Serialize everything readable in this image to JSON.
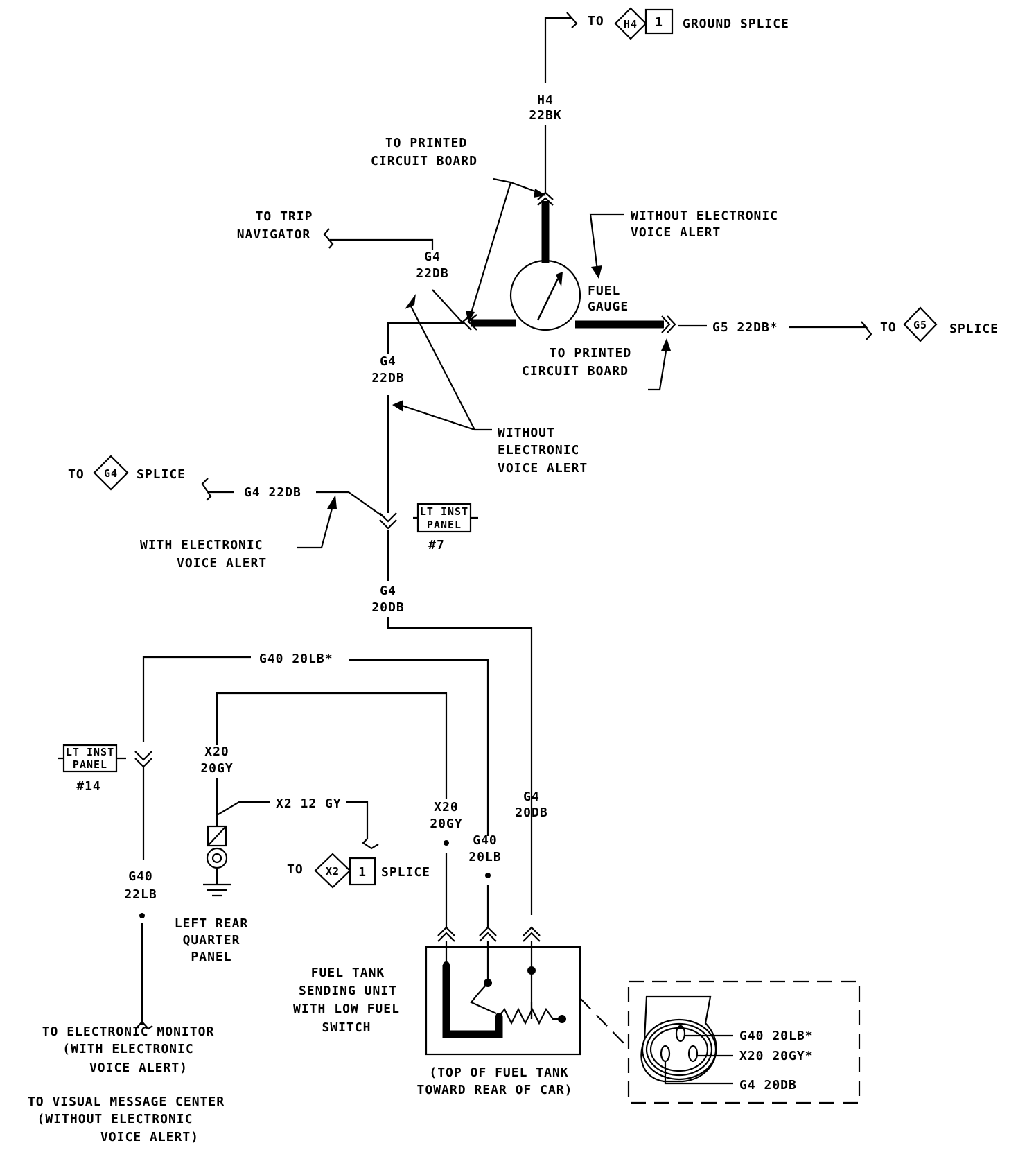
{
  "ground_splice": {
    "to": "TO",
    "id": "H4",
    "pin": "1",
    "label": "GROUND SPLICE"
  },
  "h4_wire": {
    "circuit": "H4",
    "gauge": "22BK"
  },
  "pcb_top": {
    "line1": "TO PRINTED",
    "line2": "CIRCUIT BOARD"
  },
  "pcb_bottom": {
    "line1": "TO PRINTED",
    "line2": "CIRCUIT BOARD"
  },
  "without_eva_top": {
    "line1": "WITHOUT ELECTRONIC",
    "line2": "VOICE ALERT"
  },
  "fuel_gauge": {
    "line1": "FUEL",
    "line2": "GAUGE"
  },
  "trip_nav": {
    "line1": "TO TRIP",
    "line2": "NAVIGATOR"
  },
  "g4_upper": {
    "circuit": "G4",
    "gauge": "22DB"
  },
  "g4_mid": {
    "circuit": "G4",
    "gauge": "22DB"
  },
  "g5_wire": {
    "label": "G5 22DB*"
  },
  "g5_splice": {
    "to": "TO",
    "id": "G5",
    "label": "SPLICE"
  },
  "without_eva_mid": {
    "line1": "WITHOUT",
    "line2": "ELECTRONIC",
    "line3": "VOICE ALERT"
  },
  "g4_splice": {
    "to": "TO",
    "id": "G4",
    "label": "SPLICE"
  },
  "g4_splice_wire": {
    "label": "G4 22DB"
  },
  "with_eva": {
    "line1": "WITH ELECTRONIC",
    "line2": "VOICE ALERT"
  },
  "connector7": {
    "line1": "LT INST",
    "line2": "PANEL",
    "num": "#7"
  },
  "g4_20db_a": {
    "circuit": "G4",
    "gauge": "20DB"
  },
  "g40_top": {
    "label": "G40 20LB*"
  },
  "connector14": {
    "line1": "LT INST",
    "line2": "PANEL",
    "num": "#14"
  },
  "x20_left": {
    "circuit": "X20",
    "gauge": "20GY"
  },
  "x2_wire": {
    "label": "X2 12 GY"
  },
  "x2_splice": {
    "to": "TO",
    "id": "X2",
    "pin": "1",
    "label": "SPLICE"
  },
  "x20_right": {
    "circuit": "X20",
    "gauge": "20GY"
  },
  "g40_right": {
    "circuit": "G40",
    "gauge": "20LB"
  },
  "g4_right": {
    "circuit": "G4",
    "gauge": "20DB"
  },
  "g40_left": {
    "circuit": "G40",
    "gauge": "22LB"
  },
  "ground": {
    "line1": "LEFT REAR",
    "line2": "QUARTER",
    "line3": "PANEL"
  },
  "sending_unit": {
    "line1": "FUEL TANK",
    "line2": "SENDING UNIT",
    "line3": "WITH LOW FUEL",
    "line4": "SWITCH"
  },
  "tank_note": {
    "line1": "(TOP OF FUEL TANK",
    "line2": "TOWARD REAR OF CAR)"
  },
  "monitor": {
    "line1": "TO ELECTRONIC MONITOR",
    "line2": "(WITH ELECTRONIC",
    "line3": "VOICE ALERT)"
  },
  "vmc": {
    "line1": "TO VISUAL MESSAGE CENTER",
    "line2": "(WITHOUT ELECTRONIC",
    "line3": "VOICE ALERT)"
  },
  "connector_view": {
    "pin1": "G40 20LB*",
    "pin2": "X20 20GY*",
    "pin3": "G4 20DB"
  }
}
